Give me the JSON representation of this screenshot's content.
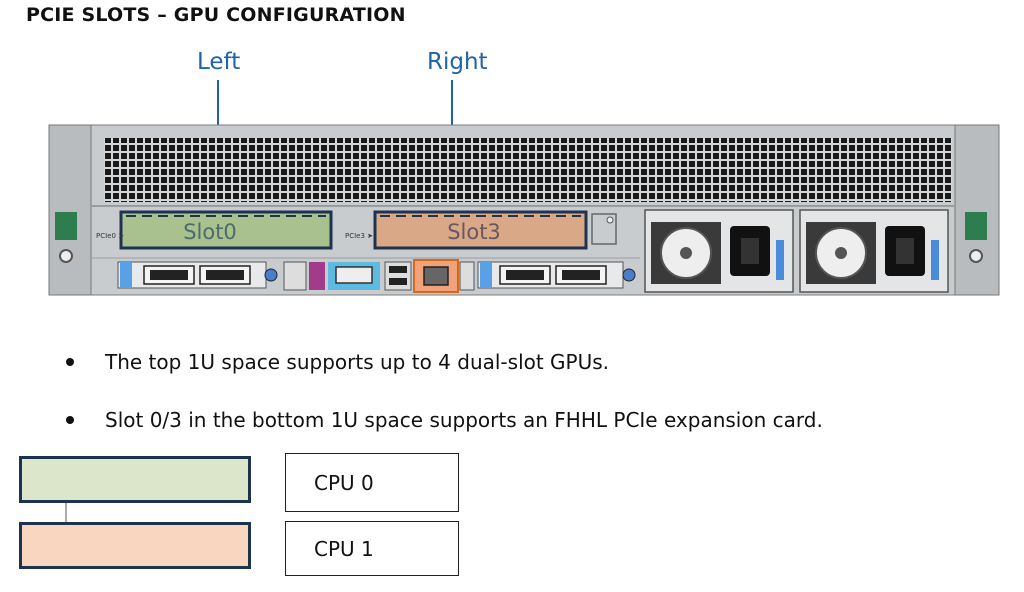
{
  "title": "PCIE SLOTS – GPU CONFIGURATION",
  "callouts": {
    "left": "Left",
    "right": "Right"
  },
  "server": {
    "slot0_label": "Slot0",
    "slot3_label": "Slot3",
    "pcie0_tag": "PCIe0 ➤",
    "pcie3_tag": "PCIe3 ➤"
  },
  "bullets": [
    "The top 1U space supports up to 4 dual-slot GPUs.",
    "Slot 0/3 in the bottom 1U space supports an FHHL PCIe expansion card."
  ],
  "legend": [
    {
      "label": "CPU 0",
      "color": "#dbe6cb"
    },
    {
      "label": "CPU 1",
      "color": "#f9d6bf"
    }
  ],
  "colors": {
    "callout_blue": "#1f63a8",
    "slot_border": "#1e3350",
    "chassis_gray": "#c9ccce"
  }
}
